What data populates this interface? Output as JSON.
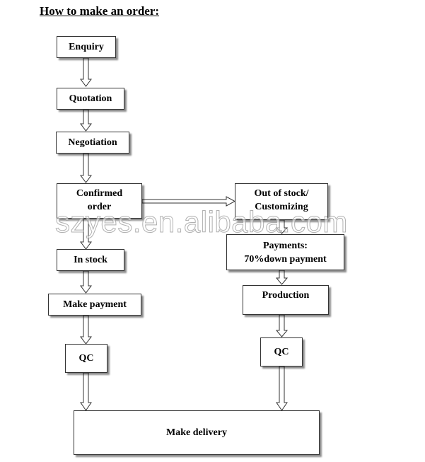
{
  "title": "How to make an order:",
  "steps": {
    "enquiry": "Enquiry",
    "quotation": "Quotation",
    "negotiation": "Negotiation",
    "confirmed_order": "Confirmed\norder",
    "in_stock": "In stock",
    "make_payment": "Make payment",
    "qc_left": "QC",
    "out_of_stock": "Out of stock/\nCustomizing",
    "payments": "Payments:\n70%down payment",
    "production": "Production",
    "qc_right": "QC",
    "make_delivery": "Make delivery"
  },
  "watermark": "szyes.en.alibaba.com"
}
